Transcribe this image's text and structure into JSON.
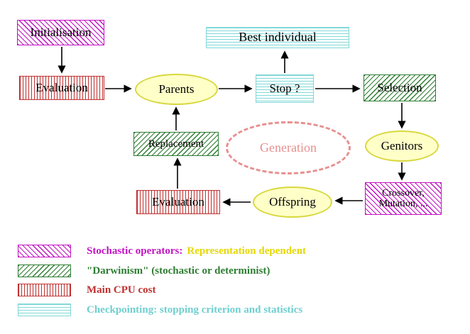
{
  "diagram": {
    "initialisation": "Initialisation",
    "best_individual": "Best individual",
    "evaluation_top": "Evaluation",
    "parents": "Parents",
    "stop": "Stop ?",
    "selection": "Selection",
    "replacement": "Replacement",
    "generation": "Generation",
    "genitors": "Genitors",
    "evaluation_bottom": "Evaluation",
    "offspring": "Offspring",
    "crossover_line1": "Crossover,",
    "crossover_line2": "Mutation, ..."
  },
  "legend": {
    "stochastic": {
      "label": "Stochastic operators:",
      "suffix": "Representation dependent"
    },
    "darwinism": {
      "label": "\"Darwinism\" (stochastic or determinist)"
    },
    "cpu": {
      "label": "Main CPU cost"
    },
    "checkpointing": {
      "label": "Checkpointing: stopping criterion and statistics"
    }
  },
  "colors": {
    "magenta": "#c213c2",
    "green": "#2e7d32",
    "red": "#c03030",
    "cyan": "#82d8d8",
    "ellipse_fill": "#ffffc8",
    "ellipse_border": "#d8d840",
    "generation_salmon": "#e88f8f",
    "legend_yellow": "#e6d800",
    "text_black": "#000000"
  }
}
